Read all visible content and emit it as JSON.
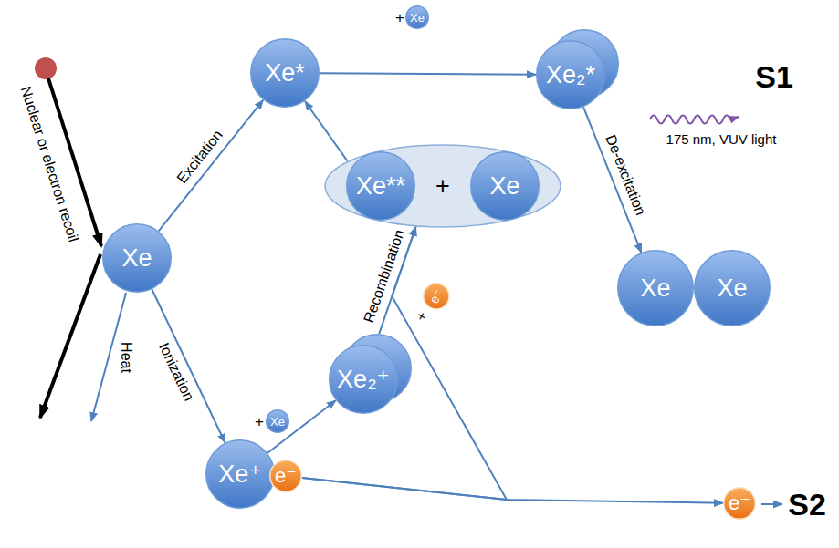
{
  "diagram": {
    "nodes": [
      {
        "text": [
          "Xe*"
        ]
      },
      {
        "text": [
          "Xe"
        ]
      },
      {
        "text": [
          "Xe₂*"
        ]
      },
      {
        "text": [
          "+"
        ]
      },
      {
        "text": [
          "Xe**"
        ],
        "in": 3
      },
      {
        "text": [
          "Xe"
        ],
        "in": 3
      },
      {
        "text": [
          "Xe"
        ]
      },
      {
        "text": [
          "Xe"
        ]
      },
      {
        "text": [
          "Xe"
        ]
      },
      {
        "text": [
          "e⁻"
        ]
      },
      {
        "text": [
          "Xe₂⁺"
        ]
      },
      {
        "text": [
          "Xe"
        ]
      },
      {
        "text": [
          "Xe⁺"
        ]
      },
      {
        "text": [
          "e⁻"
        ]
      },
      {
        "text": [
          "e⁻"
        ]
      }
    ],
    "edges": [
      {
        "from": 6,
        "to": 0,
        "arrow": "to",
        "label": "Excitation"
      },
      {
        "from": 0,
        "to": 2,
        "arrow": "to"
      },
      {
        "from": 3,
        "to": 0,
        "arrow": "to"
      },
      {
        "from": 2,
        "to": 7,
        "arrow": "to",
        "label": "De-excitation"
      },
      {
        "from": 6,
        "to": 12,
        "arrow": "to",
        "label": "Ionization"
      },
      {
        "from": 12,
        "to": 10,
        "arrow": "to"
      },
      {
        "from": 10,
        "to": 3,
        "arrow": "to",
        "label": "Recombination"
      },
      {
        "from": 13,
        "to": 3,
        "arrow": "to"
      },
      {
        "from": 13,
        "to": 14,
        "arrow": "to"
      }
    ],
    "labels": [
      "Nuclear or electron recoil",
      "+",
      "S1",
      "175 nm, VUV light",
      "+",
      "Heat",
      "+",
      "S2"
    ]
  }
}
